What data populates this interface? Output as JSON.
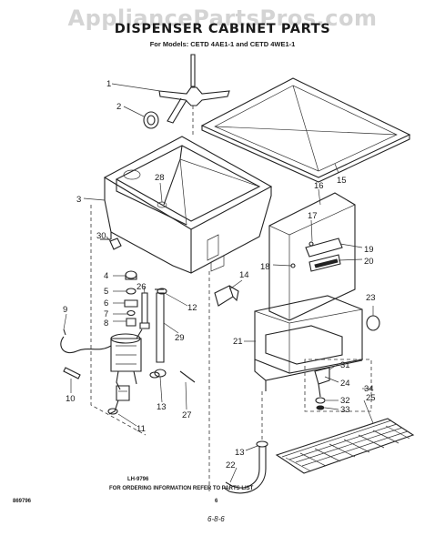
{
  "watermark": "AppliancePartsPros.com",
  "title": "DISPENSER CABINET PARTS",
  "subtitle": "For Models: CETD 4AE1-1 and CETD 4WE1-1",
  "footer": {
    "drawing_code": "LH-9796",
    "instruction": "FOR ORDERING INFORMATION REFER TO PARTS LIST",
    "page_number": "6",
    "left_code": "869796",
    "handwritten": "6-8-6"
  },
  "callouts": [
    "1",
    "2",
    "3",
    "4",
    "5",
    "6",
    "7",
    "8",
    "9",
    "10",
    "11",
    "12",
    "13",
    "13",
    "14",
    "15",
    "16",
    "17",
    "18",
    "19",
    "20",
    "21",
    "22",
    "23",
    "24",
    "25",
    "26",
    "27",
    "28",
    "29",
    "30",
    "31",
    "32",
    "33",
    "34"
  ]
}
